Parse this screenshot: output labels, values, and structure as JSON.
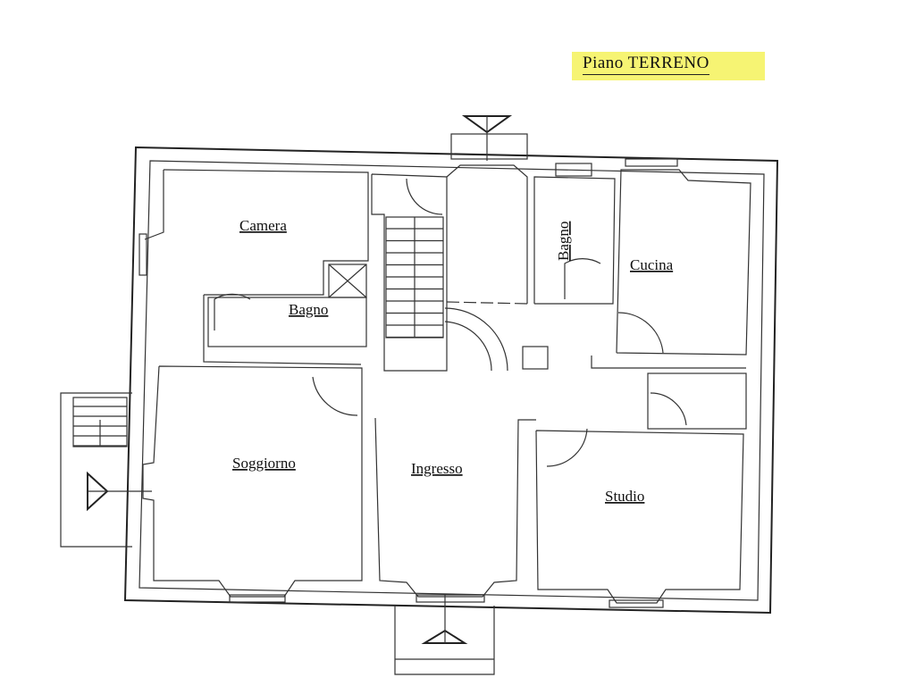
{
  "title": "Piano TERRENO",
  "highlight_color": "#f4f25a",
  "rooms": {
    "camera": "Camera",
    "bagno_1": "Bagno",
    "bagno_2": "Bagno",
    "cucina": "Cucina",
    "soggiorno": "Soggiorno",
    "ingresso": "Ingresso",
    "studio": "Studio"
  }
}
